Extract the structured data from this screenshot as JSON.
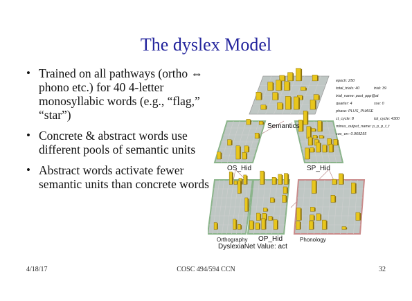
{
  "slide": {
    "title": "The dyslex Model",
    "bullets": [
      "Trained on all pathways (ortho ⇔ phono etc.) for 40 4-letter monosyllabic words (e.g., “flag,” “star”)",
      "Concrete & abstract words use different pools of semantic units",
      "Abstract words activate fewer semantic units than concrete words"
    ],
    "footer": {
      "date": "4/18/17",
      "course": "COSC 494/594 CCN",
      "page": "32"
    }
  },
  "figure": {
    "labels": {
      "semantics": "Semantics",
      "os_hid": "OS_Hid",
      "sp_hid": "SP_Hid",
      "op_hid": "OP_Hid",
      "orthography": "Orthography",
      "phonology": "Phonology",
      "caption": "DyslexiaNet Value: act"
    },
    "stats": {
      "epoch": "epoch: 250",
      "tot_trials": "total_trials: 40",
      "trial": "trial: 39",
      "trial_name": "trial_name: past_ppp@at",
      "quarter": "quarter: 4",
      "sse": "sse: 0",
      "phase": "phase: PLUS_PHASE",
      "ct_cycle": "ct_cycle: 8",
      "tot_cycle": "tot_cycle: 4300",
      "minus_output": "minus_output_name: p_p_p_t_t",
      "cos_err": "cos_err: 0.969255"
    },
    "colors": {
      "bar": "#e8c61c",
      "bar_dark": "#8a7010",
      "grid": "#cfcfcf",
      "base": "#bfc7c4",
      "green_frame": "#8ab48a",
      "red_frame": "#c98a8a",
      "connection": "#b07a7a"
    }
  }
}
